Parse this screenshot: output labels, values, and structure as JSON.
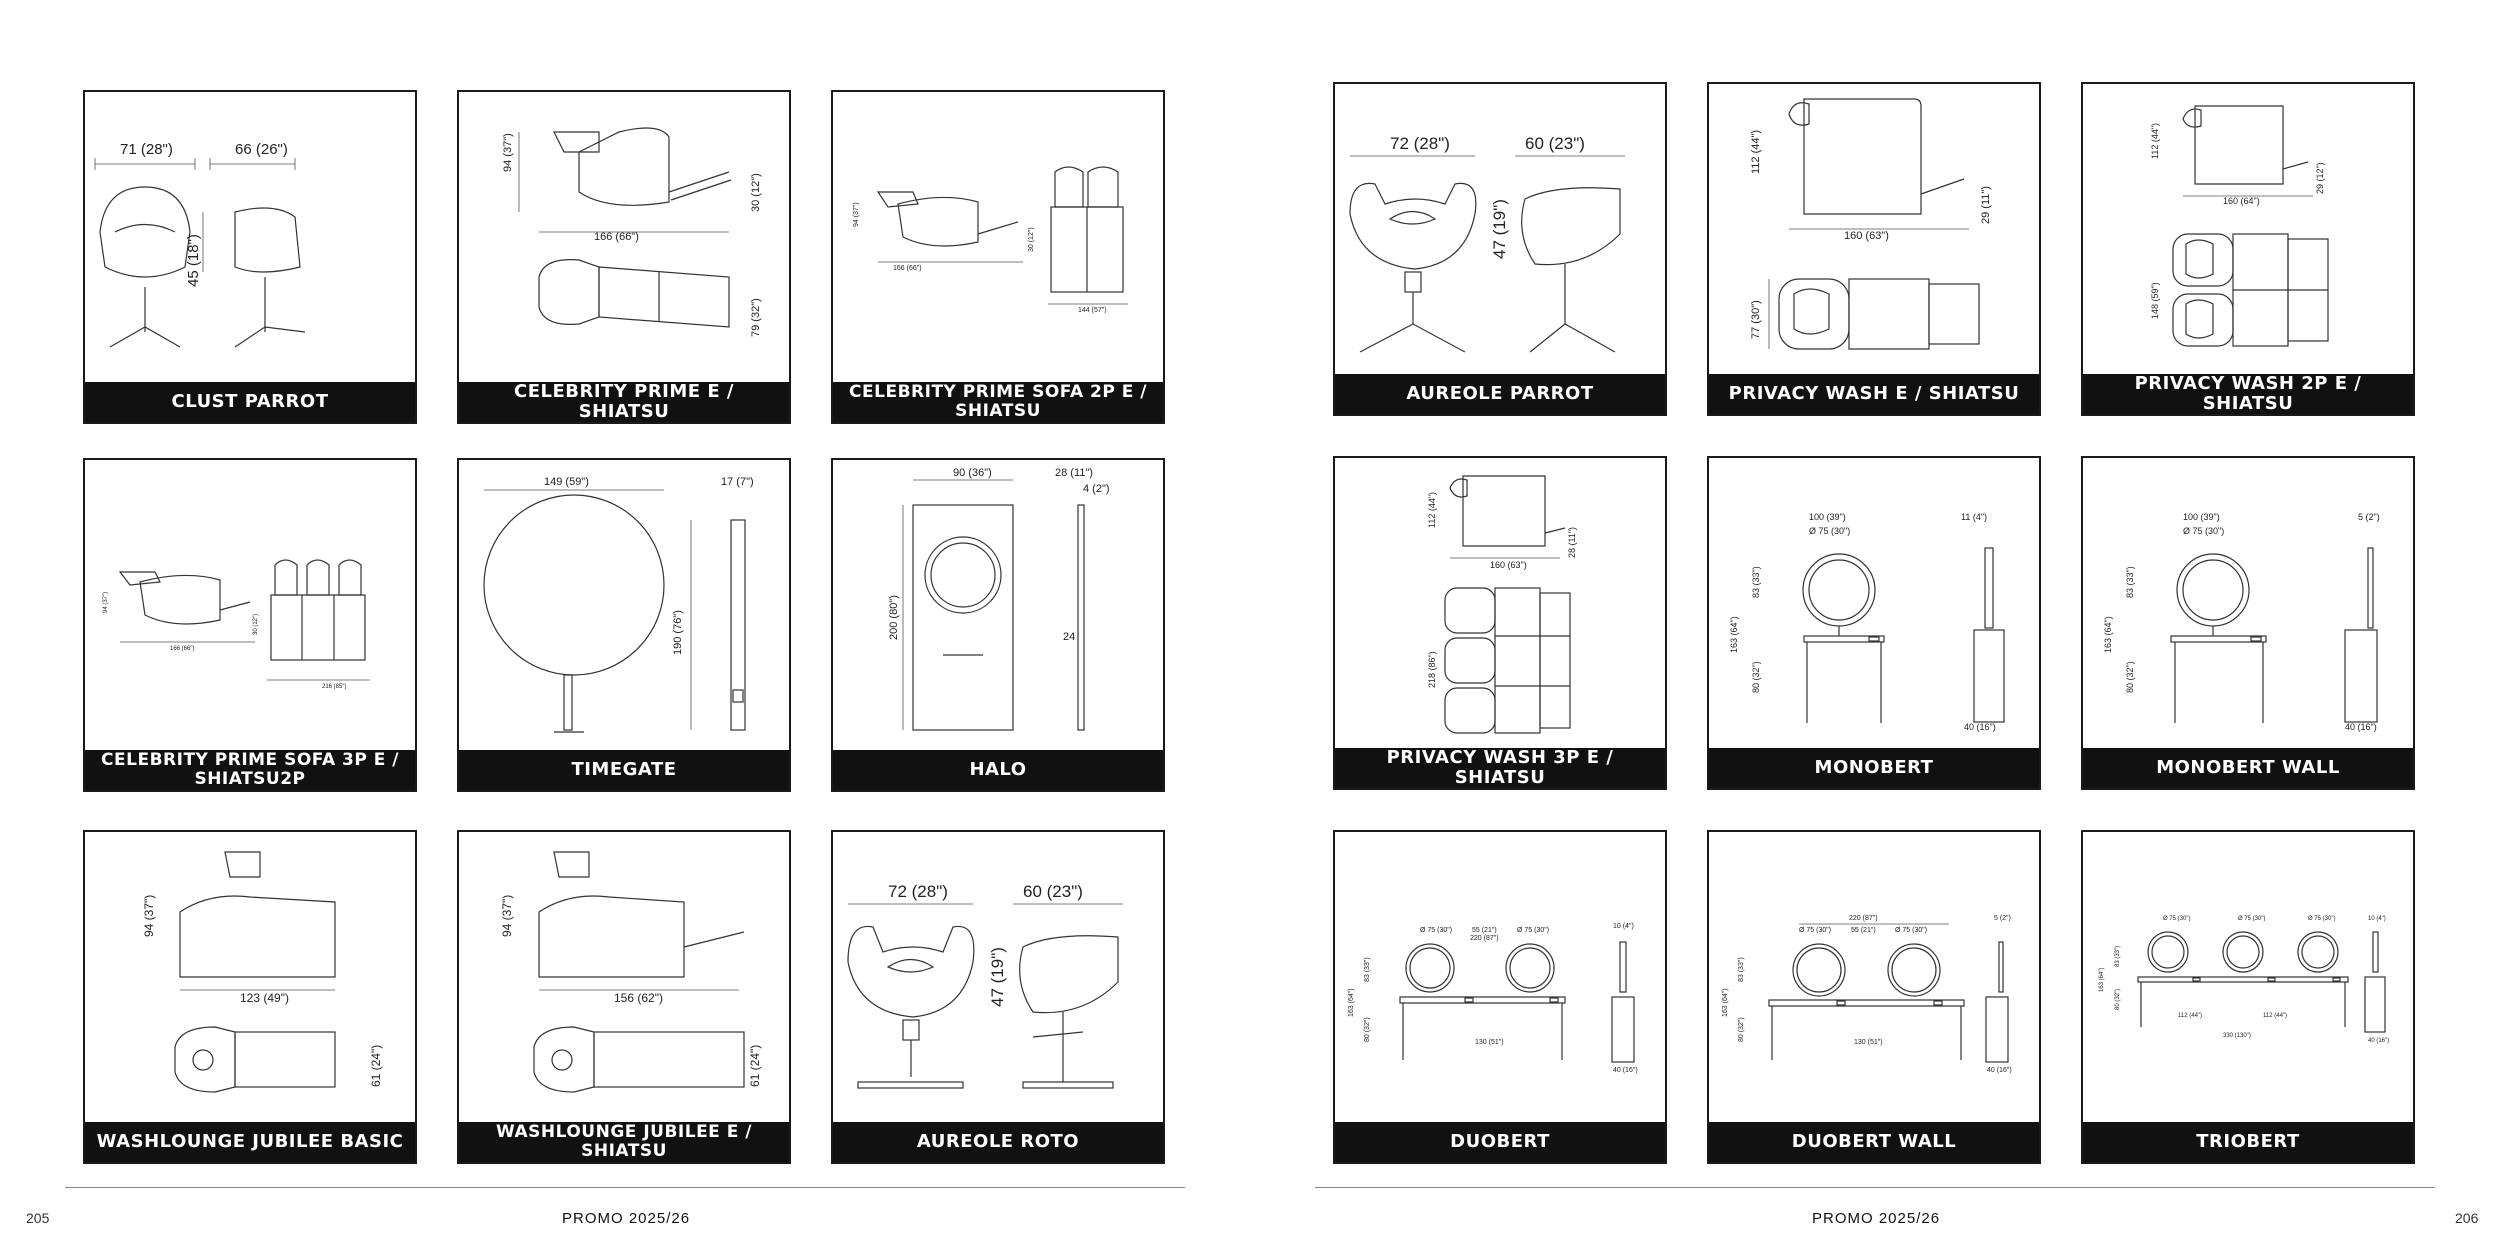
{
  "left_page": {
    "page_number": "205",
    "footer": "PROMO 2025/26",
    "cards": [
      {
        "name": "CLUST PARROT",
        "dims": [
          "71 (28\")",
          "66 (26\")",
          "45 (18\")"
        ]
      },
      {
        "name": "CELEBRITY PRIME E / SHIATSU",
        "dims": [
          "94 (37\")",
          "30 (12\")",
          "166 (66\")",
          "79 (32\")"
        ]
      },
      {
        "name": "CELEBRITY PRIME SOFA 2P E / SHIATSU",
        "dims": [
          "94 (37\")",
          "30 (12\")",
          "166 (66\")",
          "144 (57\")"
        ]
      },
      {
        "name": "CELEBRITY PRIME SOFA 3P E / SHIATSU2P",
        "dims": [
          "94 (37\")",
          "30 (12\")",
          "166 (66\")",
          "216 (85\")"
        ]
      },
      {
        "name": "TIMEGATE",
        "dims": [
          "149 (59\")",
          "17 (7\")",
          "190 (76\")"
        ]
      },
      {
        "name": "HALO",
        "dims": [
          "90 (36\")",
          "28 (11\")",
          "4 (2\")",
          "200 (80\")",
          "24"
        ]
      },
      {
        "name": "WASHLOUNGE JUBILEE BASIC",
        "dims": [
          "94 (37\")",
          "123 (49\")",
          "61 (24\")"
        ]
      },
      {
        "name": "WASHLOUNGE JUBILEE E / SHIATSU",
        "dims": [
          "94 (37\")",
          "156 (62\")",
          "61 (24\")"
        ]
      },
      {
        "name": "AUREOLE ROTO",
        "dims": [
          "72  (28\")",
          "60  (23\")",
          "47 (19\")"
        ]
      }
    ]
  },
  "right_page": {
    "page_number": "206",
    "footer": "PROMO 2025/26",
    "cards": [
      {
        "name": "AUREOLE PARROT",
        "dims": [
          "72  (28\")",
          "60  (23\")",
          "47 (19\")"
        ]
      },
      {
        "name": "PRIVACY WASH E / SHIATSU",
        "dims": [
          "112 (44\")",
          "29 (11\")",
          "160 (63\")",
          "77 (30\")"
        ]
      },
      {
        "name": "PRIVACY WASH 2P E / SHIATSU",
        "dims": [
          "112 (44\")",
          "29 (12\")",
          "160 (64\")",
          "148 (59\")"
        ]
      },
      {
        "name": "PRIVACY WASH 3P E / SHIATSU",
        "dims": [
          "112 (44\")",
          "28 (11\")",
          "160 (63\")",
          "218 (86\")"
        ]
      },
      {
        "name": "MONOBERT",
        "dims": [
          "100 (39\")",
          "Ø 75 (30\")",
          "11 (4\")",
          "163 (64\")",
          "83 (33\")",
          "80 (32\")",
          "40 (16\")"
        ]
      },
      {
        "name": "MONOBERT WALL",
        "dims": [
          "100 (39\")",
          "Ø 75 (30\")",
          "5 (2\")",
          "163 (64\")",
          "83 (33\")",
          "80 (32\")",
          "40 (16\")"
        ]
      },
      {
        "name": "DUOBERT",
        "dims": [
          "220 (87\")",
          "Ø 75 (30\")",
          "55 (21\")",
          "Ø 75 (30\")",
          "10 (4\")",
          "163 (64\")",
          "83 (33\")",
          "80 (32\")",
          "130 (51\")",
          "40 (16\")"
        ]
      },
      {
        "name": "DUOBERT WALL",
        "dims": [
          "220 (87\")",
          "Ø 75 (30\")",
          "55 (21\")",
          "Ø 75 (30\")",
          "5 (2\")",
          "163 (64\")",
          "83 (33\")",
          "80 (32\")",
          "130 (51\")",
          "40 (16\")"
        ]
      },
      {
        "name": "TRIOBERT",
        "dims": [
          "Ø 75 (30\")",
          "Ø 75 (30\")",
          "Ø 75 (30\")",
          "10 (4\")",
          "163 (64\")",
          "83 (33\")",
          "80 (32\")",
          "112 (44\")",
          "112 (44\")",
          "330 (130\")",
          "40 (16\")"
        ]
      }
    ]
  }
}
